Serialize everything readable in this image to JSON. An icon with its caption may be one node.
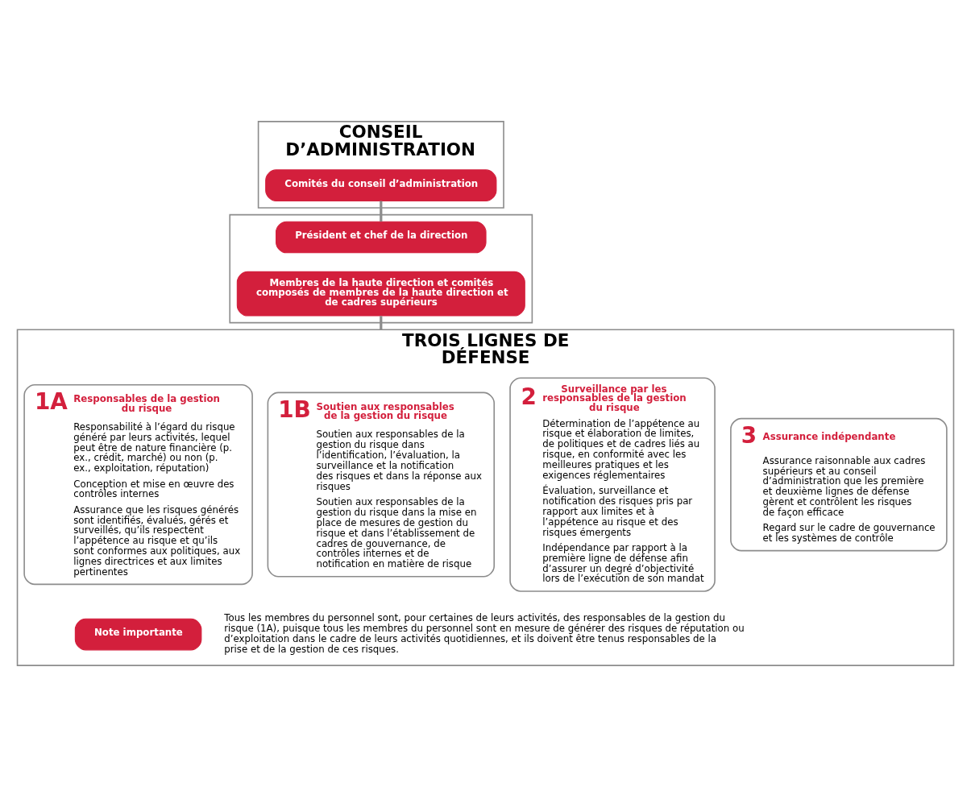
{
  "diagram": {
    "nodes": [
      {
        "text": [
          "CONSEIL D’ADMINISTRATION"
        ]
      },
      {
        "text": [
          "Comités du conseil d’administration"
        ],
        "in": 0
      },
      {
        "text": [],
        "shape": "box"
      },
      {
        "text": [
          "Président et chef de la direction"
        ],
        "in": 2
      },
      {
        "text": [
          "Membres de la haute direction et comités composés de membres de la haute direction et de cadres supérieurs"
        ],
        "in": 2
      },
      {
        "text": [
          "TROIS LIGNES DE DÉFENSE"
        ]
      },
      {
        "text": [
          "1A",
          "Responsables de la gestion du risque",
          "Responsabilité à l’égard du risque généré par leurs activités, lequel peut être de nature financière (p. ex., crédit, marché) ou non (p. ex., exploitation, réputation)",
          "Conception et mise en œuvre des contrôles internes",
          "Assurance que les risques générés sont identifiés, évalués, gérés et surveillés, qu’ils respectent l’appétence au risque et qu’ils sont conformes aux politiques, aux lignes directrices et aux limites pertinentes"
        ],
        "in": 5
      },
      {
        "text": [
          "1B",
          "Soutien aux responsables de la gestion du risque",
          "Soutien aux responsables de la gestion du risque dans l’identification, l’évaluation, la surveillance et la notification des risques et dans la réponse aux risques",
          "Soutien aux responsables de la gestion du risque dans la mise en place de mesures de gestion du risque et dans l’établissement de cadres de gouvernance, de contrôles internes et de notification en matière de risque"
        ],
        "in": 5
      },
      {
        "text": [
          "2",
          "Surveillance par les responsables de la gestion du risque",
          "Détermination de l’appétence au risque et élaboration de limites, de politiques et de cadres liés au risque, en conformité avec les meilleures pratiques et les exigences réglementaires",
          "Évaluation, surveillance et notification des risques pris par rapport aux limites et à l’appétence au risque et des risques émergents",
          "Indépendance par rapport à la première ligne de défense afin d’assurer un degré d’objectivité lors de l’exécution de son mandat"
        ],
        "in": 5
      },
      {
        "text": [
          "3",
          "Assurance indépendante",
          "Assurance raisonnable aux cadres supérieurs et au conseil d’administration que les première et deuxième lignes de défense gèrent et contrôlent les risques de façon efficace",
          "Regard sur le cadre de gouvernance et les systèmes de contrôle"
        ],
        "in": 5
      },
      {
        "text": [
          "Note importante"
        ],
        "in": 5,
        "beside": [
          "Tous les membres du personnel sont, pour certaines de leurs activités, des responsables de la gestion du risque (1A), puisque tous les membres du personnel sont en mesure de générer des risques de réputation ou d’exploitation dans le cadre de leurs activités quotidiennes, et ils doivent être tenus responsables de la prise et de la gestion de ces risques."
        ]
      }
    ],
    "edges": [
      {
        "from": 1,
        "to": 3,
        "arrow": "none"
      },
      {
        "from": 4,
        "to": 5,
        "arrow": "none"
      }
    ]
  }
}
